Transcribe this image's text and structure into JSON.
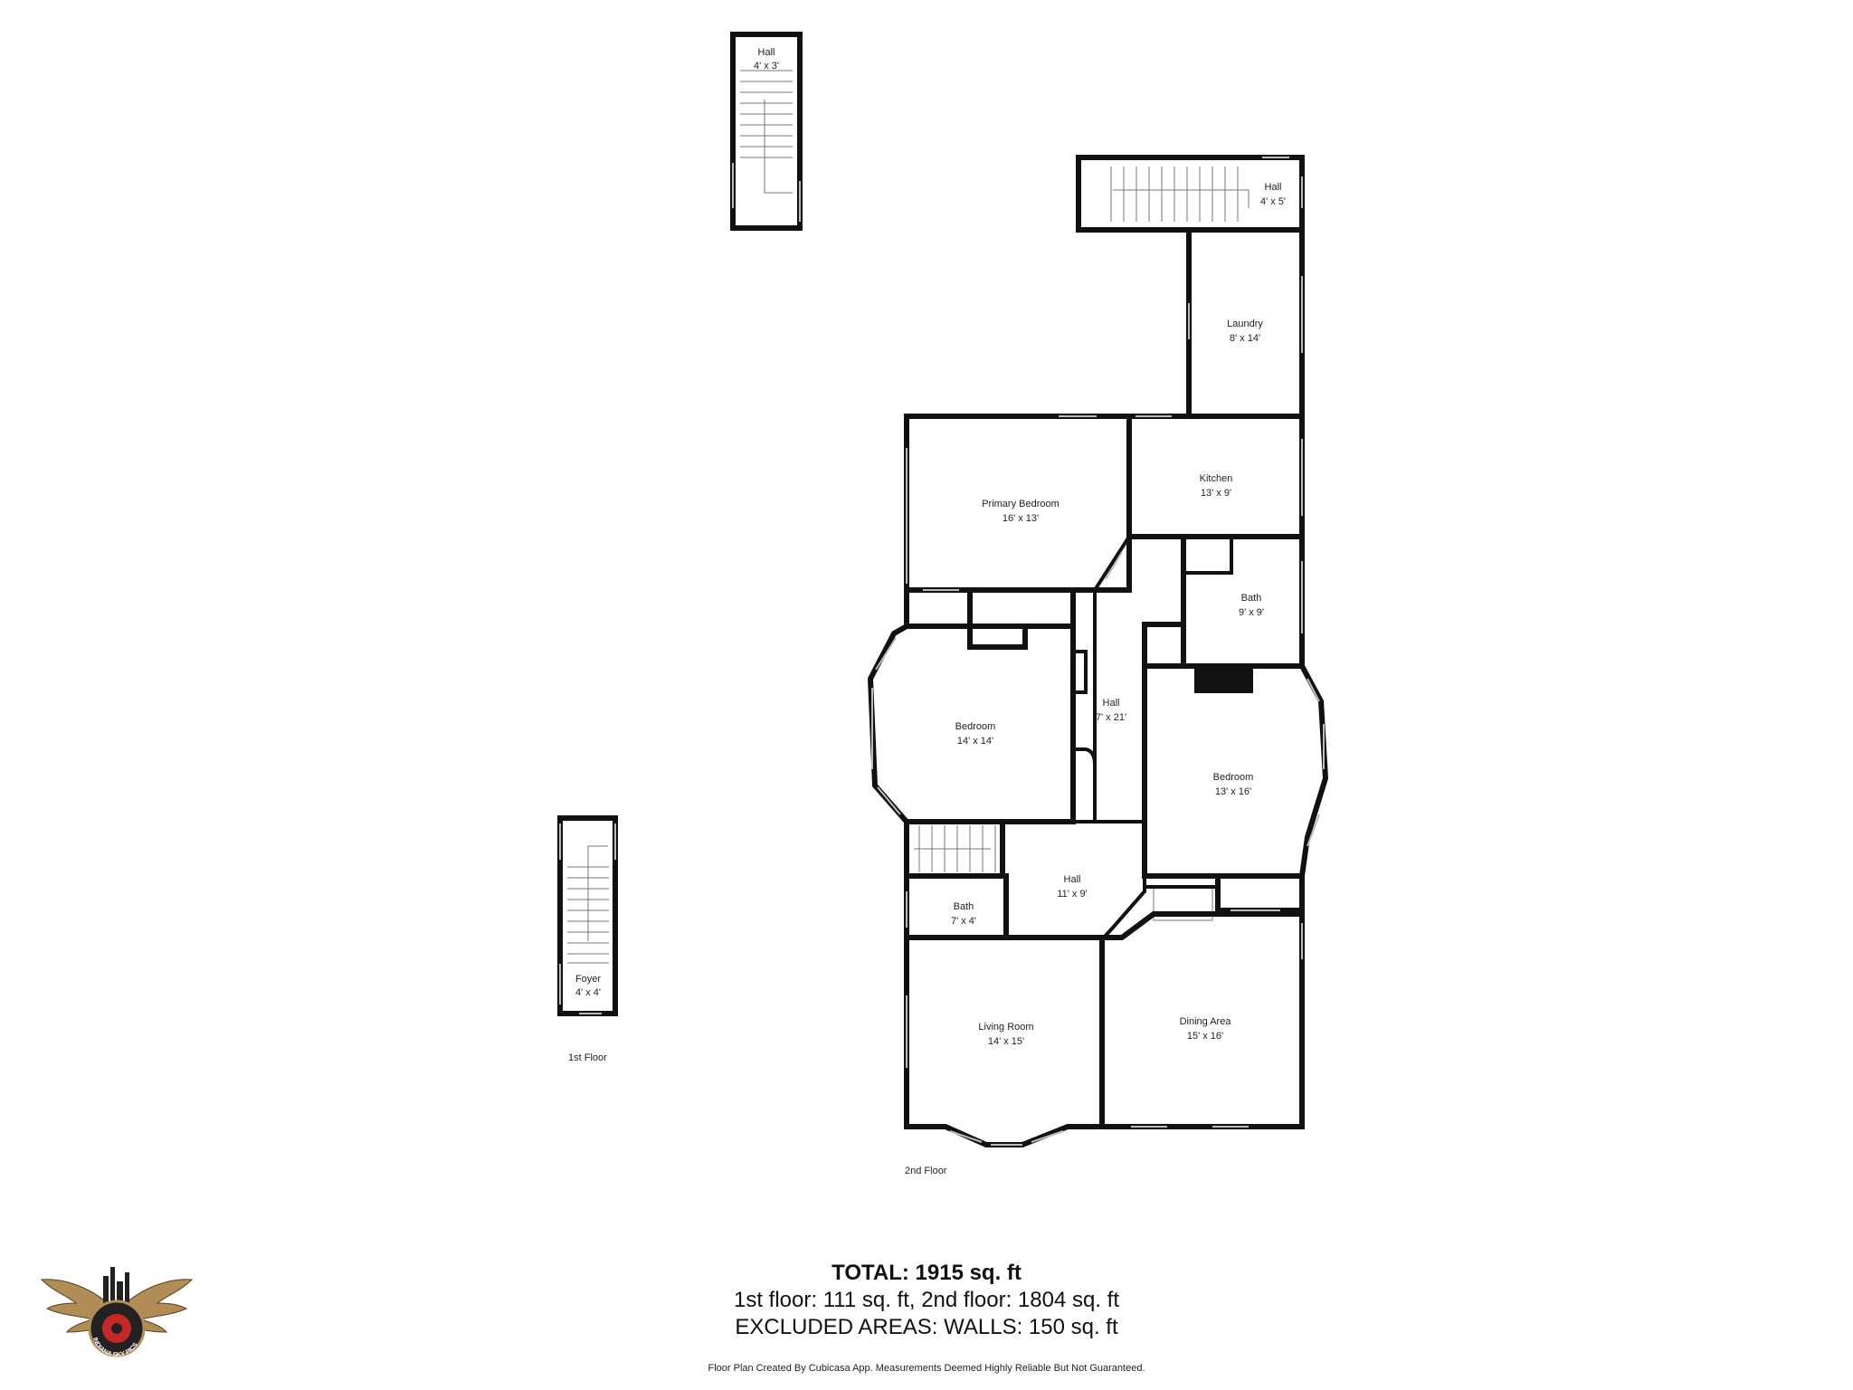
{
  "rooms": {
    "hall_1st_top": {
      "name": "Hall",
      "dim": "4' x 3'"
    },
    "hall_2nd_top": {
      "name": "Hall",
      "dim": "4' x 5'"
    },
    "laundry": {
      "name": "Laundry",
      "dim": "8' x 14'"
    },
    "kitchen": {
      "name": "Kitchen",
      "dim": "13' x 9'"
    },
    "primary_bedroom": {
      "name": "Primary Bedroom",
      "dim": "16' x 13'"
    },
    "bath_upper": {
      "name": "Bath",
      "dim": "9' x 9'"
    },
    "hall_center": {
      "name": "Hall",
      "dim": "7' x 21'"
    },
    "bedroom_left": {
      "name": "Bedroom",
      "dim": "14' x 14'"
    },
    "bedroom_right": {
      "name": "Bedroom",
      "dim": "13' x 16'"
    },
    "hall_lower": {
      "name": "Hall",
      "dim": "11' x 9'"
    },
    "bath_lower": {
      "name": "Bath",
      "dim": "7' x 4'"
    },
    "living_room": {
      "name": "Living Room",
      "dim": "14' x 15'"
    },
    "dining_area": {
      "name": "Dining Area",
      "dim": "15' x 16'"
    },
    "foyer": {
      "name": "Foyer",
      "dim": "4' x 4'"
    }
  },
  "floor_labels": {
    "first": "1st Floor",
    "second": "2nd Floor"
  },
  "totals": {
    "total": "TOTAL: 1915 sq. ft",
    "floors": "1st floor: 111 sq. ft, 2nd floor: 1804 sq. ft",
    "excluded": "EXCLUDED AREAS: WALLS: 150 sq. ft"
  },
  "disclaimer": "Floor Plan Created By Cubicasa App. Measurements Deemed Highly Reliable But Not Guaranteed.",
  "logo": {
    "text": "INDIANA SKY PICS",
    "icon": "winged-camera-logo-icon"
  },
  "colors": {
    "wall": "#111111",
    "background": "#ffffff",
    "window": "#bbbbbb",
    "logo_red": "#c62828",
    "logo_gold": "#b08d57"
  }
}
